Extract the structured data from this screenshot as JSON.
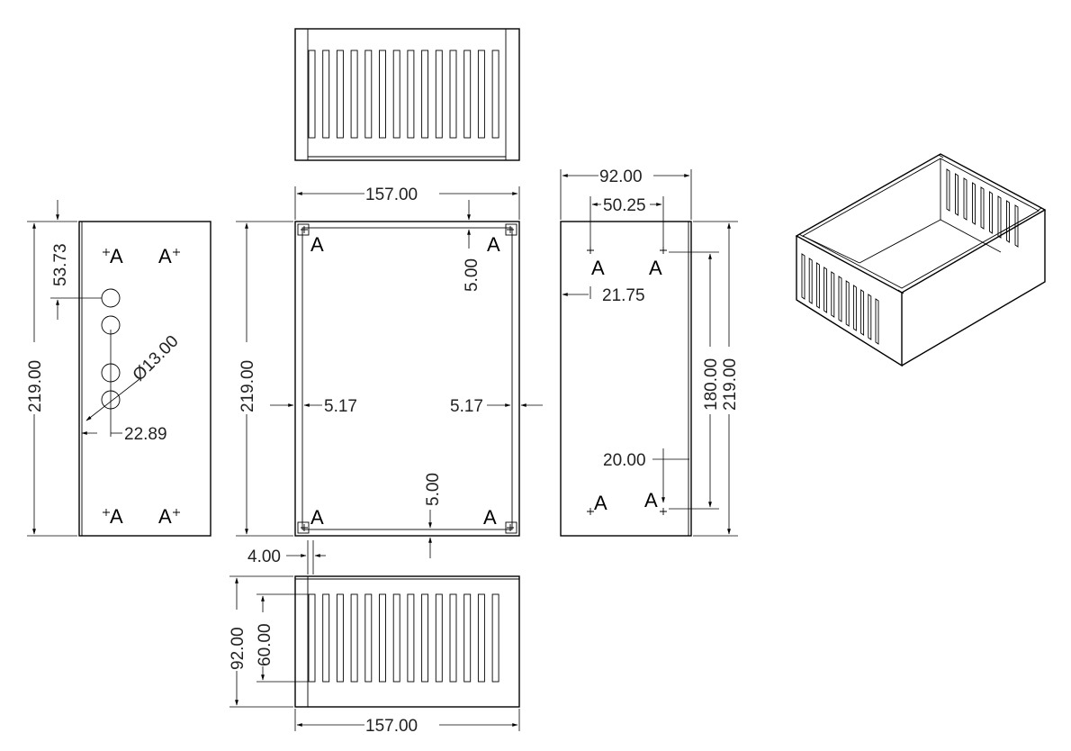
{
  "drawing": {
    "dimensions": {
      "top_width": "157.00",
      "front_height": "219.00",
      "front_top_offset": "5.00",
      "front_bottom_offset": "5.00",
      "front_left_offset": "5.17",
      "front_right_offset": "5.17",
      "left_height": "219.00",
      "left_top_offset": "53.73",
      "left_hole_dia": "Ø13.00",
      "left_hole_x": "22.89",
      "right_width": "92.00",
      "right_hole_span": "50.25",
      "right_side_offset": "21.75",
      "right_inner_height": "180.00",
      "right_height": "219.00",
      "right_bottom_offset": "20.00",
      "bottom_lip": "4.00",
      "bottom_height": "92.00",
      "bottom_slot_height": "60.00",
      "bottom_width": "157.00"
    },
    "hole_label": "A"
  }
}
